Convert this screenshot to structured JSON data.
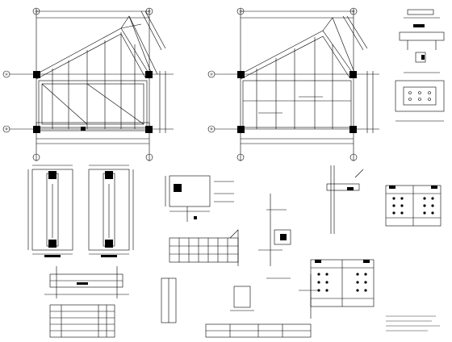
{
  "sheet": {
    "kind": "structural-cad-drawing-sheet",
    "colors": {
      "line": "#000000",
      "paper": "#ffffff",
      "member": "#000000"
    },
    "axis_bubbles": {
      "plan1_top": [
        "①",
        "②"
      ],
      "plan1_left": [
        "Ⓐ",
        "Ⓑ"
      ],
      "plan2_top": [
        "①",
        "②"
      ],
      "plan2_left": [
        "Ⓐ",
        "Ⓑ"
      ]
    },
    "views": [
      "plan-1-roof-framing",
      "plan-2-roof-framing",
      "column-detail-left",
      "column-detail-right",
      "base-plate-detail",
      "rebar-cage-detail",
      "small-section-detail",
      "steel-connection-section",
      "bolted-splice-plate-1",
      "bolted-splice-plate-2",
      "beam-elevation",
      "member-schedule-table",
      "top-right-small-details",
      "general-notes"
    ]
  }
}
